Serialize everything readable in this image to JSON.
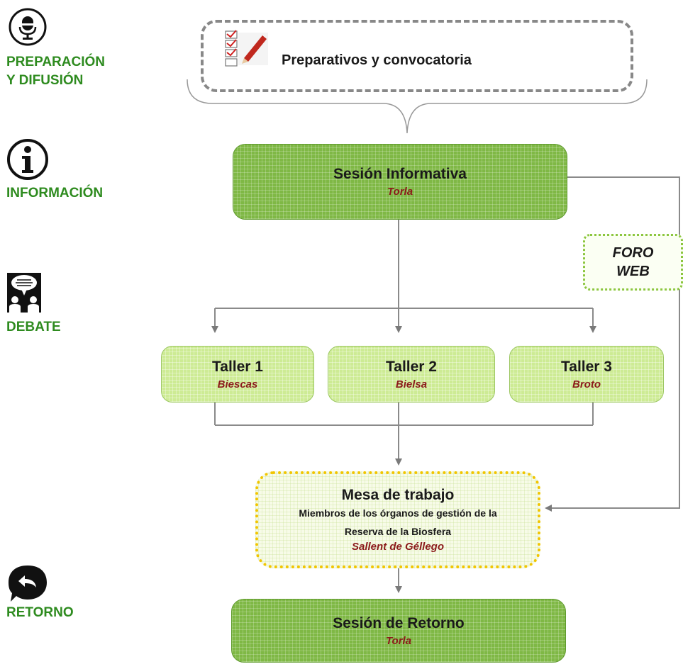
{
  "phases": {
    "preparacion": {
      "line1": "PREPARACIÓN",
      "line2": "Y DIFUSIÓN",
      "icon": "microphone-icon"
    },
    "informacion": {
      "label": "INFORMACIÓN",
      "icon": "info-icon"
    },
    "debate": {
      "label": "DEBATE",
      "icon": "debate-icon"
    },
    "retorno": {
      "label": "RETORNO",
      "icon": "return-icon"
    }
  },
  "preparativos": {
    "label": "Preparativos y convocatoria",
    "icon": "checklist-icon"
  },
  "sesion_informativa": {
    "title": "Sesión Informativa",
    "place": "Torla"
  },
  "foro": {
    "line1": "FORO",
    "line2": "WEB"
  },
  "talleres": [
    {
      "title": "Taller 1",
      "place": "Biescas"
    },
    {
      "title": "Taller 2",
      "place": "Bielsa"
    },
    {
      "title": "Taller 3",
      "place": "Broto"
    }
  ],
  "mesa": {
    "title": "Mesa de trabajo",
    "desc1": "Miembros de los órganos de gestión de la",
    "desc2": "Reserva de la Biosfera",
    "place": "Sallent de Géllego"
  },
  "sesion_retorno": {
    "title": "Sesión de Retorno",
    "place": "Torla"
  },
  "colors": {
    "phase_green": "#2e8b1f",
    "dark_green": "#7fb845",
    "light_green": "#cdeb94",
    "place_red": "#8b1a1a",
    "yellow_border": "#f2c500"
  }
}
